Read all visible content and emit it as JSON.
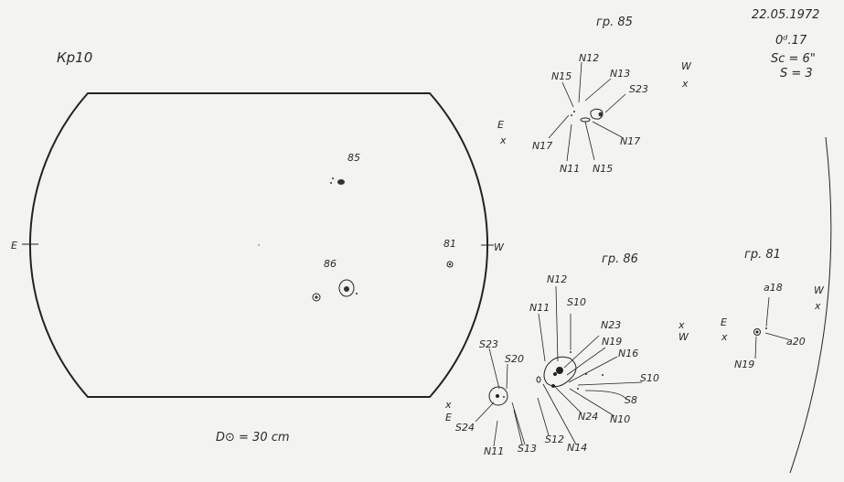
{
  "sheet": {
    "observatory_code": "Кр10",
    "date": "22.05.1972",
    "time": "0ᵈ.17",
    "seeing": "Sc = 6\"",
    "quality": "S = 3",
    "disk_diameter": "D⊙ = 30 cm"
  },
  "disk": {
    "east_label": "E",
    "west_label": "W",
    "groups": [
      {
        "label": "85"
      },
      {
        "label": "86"
      },
      {
        "label": "81"
      }
    ]
  },
  "group85": {
    "title": "гр. 85",
    "east": "E",
    "west": "W",
    "labels": [
      "N15",
      "N12",
      "N13",
      "S23",
      "N17",
      "N11",
      "N15",
      "N17"
    ]
  },
  "group86": {
    "title": "гр. 86",
    "east": "E",
    "west": "W",
    "labels": [
      "N12",
      "N11",
      "S10",
      "N23",
      "N19",
      "N16",
      "S10",
      "S8",
      "N10",
      "N24",
      "N14",
      "S12",
      "S13",
      "N11",
      "S24",
      "S20",
      "S23"
    ]
  },
  "group81": {
    "title": "гр. 81",
    "east": "E",
    "west": "W",
    "labels": [
      "a18",
      "a20",
      "N19"
    ]
  },
  "colors": {
    "ink": "#222222",
    "paper": "#f3f3f1"
  }
}
